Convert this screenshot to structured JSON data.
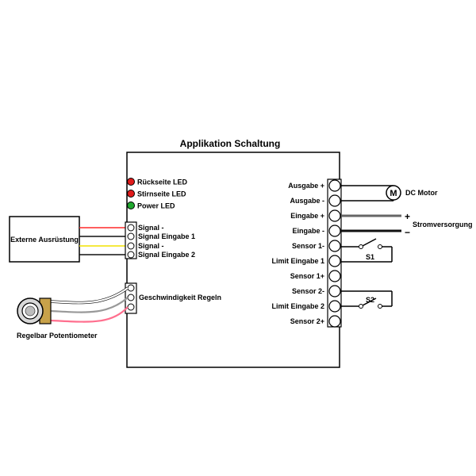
{
  "title": "Applikation Schaltung",
  "leds": [
    {
      "label": "Rückseite LED",
      "color": "#e01b1b"
    },
    {
      "label": "Stirnseite LED",
      "color": "#e01b1b"
    },
    {
      "label": "Power LED",
      "color": "#1fa82e"
    }
  ],
  "left_terminals": [
    "Signal -",
    "Signal Eingabe 1",
    "Signal -",
    "Signal Eingabe 2"
  ],
  "speed_label": "Geschwindigkeit Regeln",
  "right_terminals": [
    "Ausgabe +",
    "Ausgabe -",
    "Eingabe +",
    "Eingabe -",
    "Sensor 1-",
    "Limit Eingabe 1",
    "Sensor 1+",
    "Sensor 2-",
    "Limit Eingabe 2",
    "Sensor 2+"
  ],
  "external_box": "Externe Ausrüstung",
  "potentiometer": "Regelbar Potentiometer",
  "motor": {
    "symbol": "M",
    "label": "DC Motor"
  },
  "power": {
    "label": "Stromversorgung",
    "plus": "+",
    "minus": "−"
  },
  "switches": [
    "S1",
    "S2"
  ],
  "wire_colors": {
    "red": "#ff2a2a",
    "black": "#111111",
    "yellow": "#f2e200",
    "white": "#ffffff",
    "grey": "#999999",
    "pink": "#ff6f8e"
  }
}
